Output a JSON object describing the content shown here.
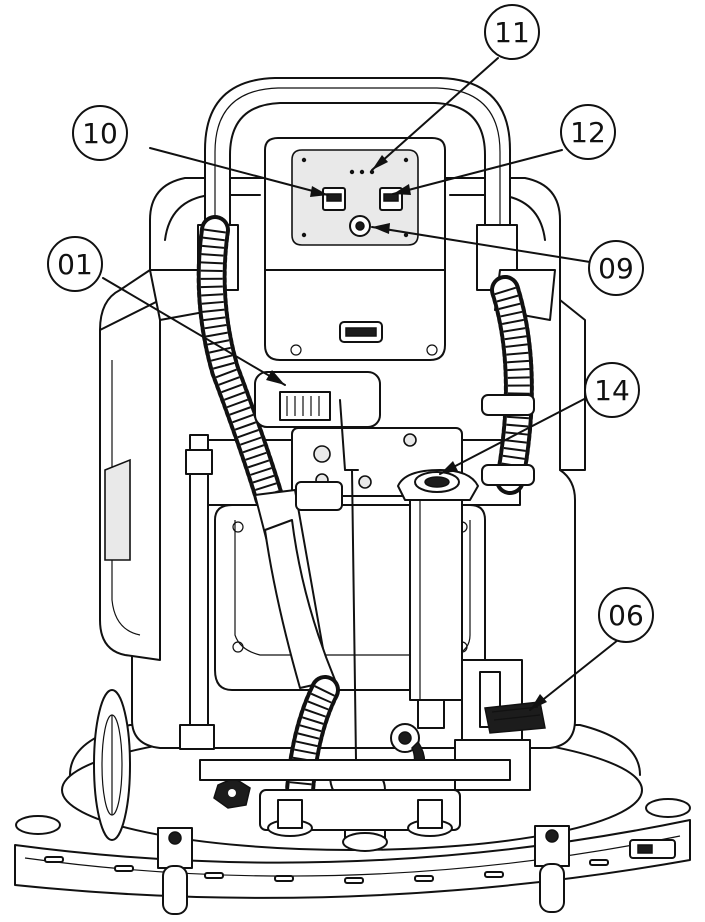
{
  "callouts": [
    {
      "id": "11",
      "label": "11"
    },
    {
      "id": "10",
      "label": "10"
    },
    {
      "id": "12",
      "label": "12"
    },
    {
      "id": "09",
      "label": "09"
    },
    {
      "id": "01",
      "label": "01"
    },
    {
      "id": "14",
      "label": "14"
    },
    {
      "id": "06",
      "label": "06"
    }
  ],
  "colors": {
    "line": "#111111",
    "background": "#ffffff",
    "shade": "#e9e9e9"
  }
}
